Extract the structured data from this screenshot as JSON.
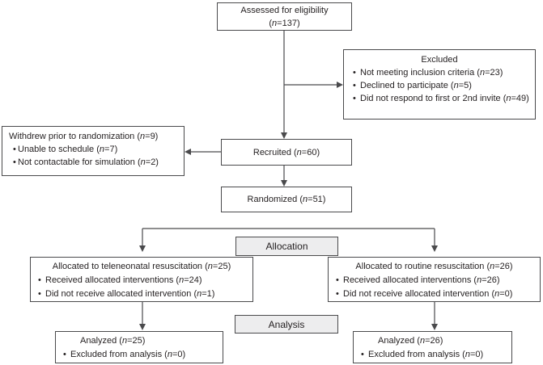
{
  "diagram": {
    "assessed": {
      "line1": "Assessed for eligibility",
      "line2": "(n=137)"
    },
    "excluded": {
      "title": "Excluded",
      "bullets": [
        "Not meeting inclusion criteria (n=23)",
        "Declined to participate (n=5)",
        "Did not respond to first or 2nd invite (n=49)"
      ]
    },
    "withdrew": {
      "title": "Withdrew prior to randomization (n=9)",
      "bullets": [
        "Unable to schedule (n=7)",
        "Not contactable for simulation (n=2)"
      ]
    },
    "recruited": {
      "label": "Recruited (n=60)"
    },
    "randomized": {
      "label": "Randomized (n=51)"
    },
    "allocation_bar": {
      "label": "Allocation"
    },
    "alloc_tele": {
      "title": "Allocated to teleneonatal resuscitation (n=25)",
      "bullets": [
        "Received allocated interventions (n=24)",
        "Did not receive allocated intervention (n=1)"
      ]
    },
    "alloc_routine": {
      "title": "Allocated to routine resuscitation (n=26)",
      "bullets": [
        "Received allocated interventions (n=26)",
        "Did not receive allocated intervention (n=0)"
      ]
    },
    "analysis_bar": {
      "label": "Analysis"
    },
    "analyzed_tele": {
      "title": "Analyzed (n=25)",
      "bullets": [
        "Excluded from analysis (n=0)"
      ]
    },
    "analyzed_routine": {
      "title": "Analyzed (n=26)",
      "bullets": [
        "Excluded from analysis (n=0)"
      ]
    },
    "colors": {
      "line": "#4a4a4c",
      "bar_fill": "#ededee",
      "text": "#231f20"
    }
  }
}
